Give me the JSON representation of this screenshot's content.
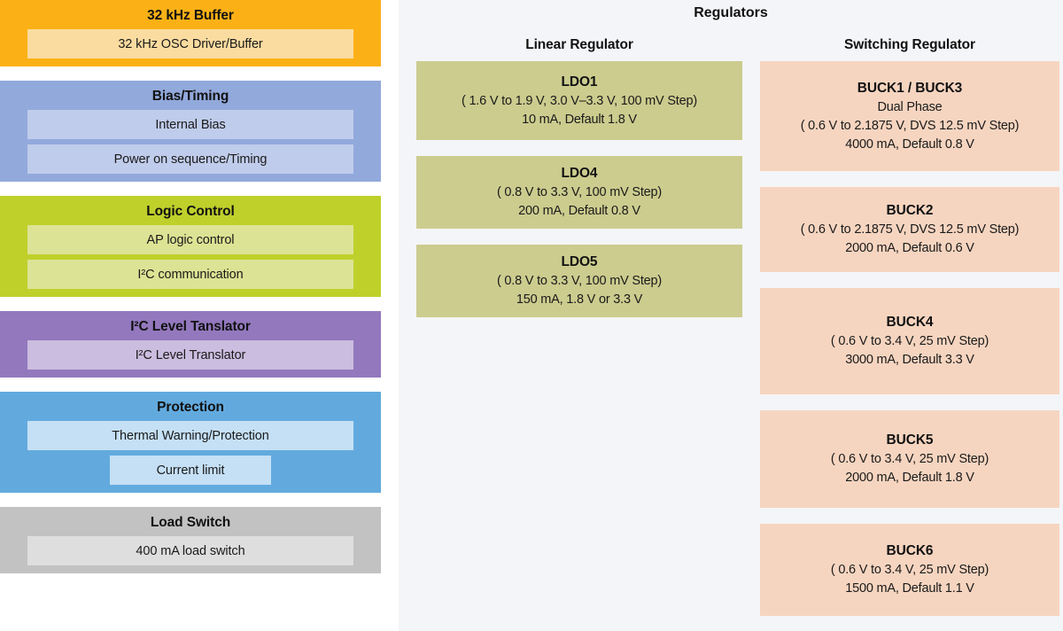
{
  "left_column": {
    "blocks": [
      {
        "title": "32 kHz Buffer",
        "theme": "blk-osc",
        "items": [
          {
            "label": "32 kHz OSC Driver/Buffer",
            "narrow": false
          }
        ]
      },
      {
        "title": "Bias/Timing",
        "theme": "blk-bias",
        "items": [
          {
            "label": "Internal Bias",
            "narrow": false
          },
          {
            "label": "Power on sequence/Timing",
            "narrow": false
          }
        ]
      },
      {
        "title": "Logic Control",
        "theme": "blk-logic",
        "items": [
          {
            "label": "AP logic control",
            "narrow": false
          },
          {
            "label": "I²C communication",
            "narrow": false
          }
        ]
      },
      {
        "title": "I²C Level Tanslator",
        "theme": "blk-i2c",
        "items": [
          {
            "label": "I²C Level Translator",
            "narrow": false
          }
        ]
      },
      {
        "title": "Protection",
        "theme": "blk-prot",
        "items": [
          {
            "label": "Thermal Warning/Protection",
            "narrow": false
          },
          {
            "label": "Current limit",
            "narrow": true
          }
        ]
      },
      {
        "title": "Load Switch",
        "theme": "blk-load",
        "items": [
          {
            "label": "400 mA load switch",
            "narrow": false
          }
        ]
      }
    ]
  },
  "right_panel": {
    "title": "Regulators",
    "linear": {
      "header": "Linear Regulator",
      "boxes": [
        {
          "id": "ldo1",
          "name": "LDO1",
          "lines": [
            "( 1.6 V to 1.9 V, 3.0 V–3.3 V, 100 mV Step)",
            "10 mA, Default 1.8 V"
          ]
        },
        {
          "id": "ldo4",
          "name": "LDO4",
          "lines": [
            "( 0.8 V to 3.3 V, 100 mV Step)",
            "200 mA, Default 0.8 V"
          ]
        },
        {
          "id": "ldo5",
          "name": "LDO5",
          "lines": [
            "( 0.8 V to 3.3 V, 100 mV Step)",
            "150 mA, 1.8 V or 3.3 V"
          ]
        }
      ]
    },
    "switching": {
      "header": "Switching Regulator",
      "boxes": [
        {
          "id": "buck13",
          "name": "BUCK1 / BUCK3",
          "lines": [
            "Dual Phase",
            "( 0.6 V to 2.1875 V, DVS 12.5 mV Step)",
            "4000 mA, Default 0.8 V"
          ]
        },
        {
          "id": "buck2",
          "name": "BUCK2",
          "lines": [
            "( 0.6 V to 2.1875 V, DVS 12.5 mV Step)",
            "2000 mA, Default 0.6 V"
          ]
        },
        {
          "id": "buck4",
          "name": "BUCK4",
          "lines": [
            "( 0.6 V to 3.4 V, 25 mV Step)",
            "3000 mA, Default 3.3 V"
          ]
        },
        {
          "id": "buck5",
          "name": "BUCK5",
          "lines": [
            "( 0.6 V to 3.4 V, 25 mV Step)",
            "2000 mA, Default 1.8 V"
          ]
        },
        {
          "id": "buck6",
          "name": "BUCK6",
          "lines": [
            "( 0.6 V to 3.4 V, 25 mV Step)",
            "1500 mA, Default 1.1 V"
          ]
        }
      ]
    }
  },
  "colors": {
    "osc": "#FBB116",
    "osc_light": "#FBDCA0",
    "bias": "#92A9DC",
    "bias_light": "#C0CCEB",
    "logic": "#BFD02B",
    "logic_light": "#DCE394",
    "i2c": "#9378BE",
    "i2c_light": "#CBBDDF",
    "protection": "#62AADE",
    "protection_light": "#C5E0F5",
    "load": "#C2C2C2",
    "load_light": "#DEDEDE",
    "ldo": "#CCCC8F",
    "buck": "#F6D5C0",
    "panel_bg": "#F4F5F8"
  }
}
